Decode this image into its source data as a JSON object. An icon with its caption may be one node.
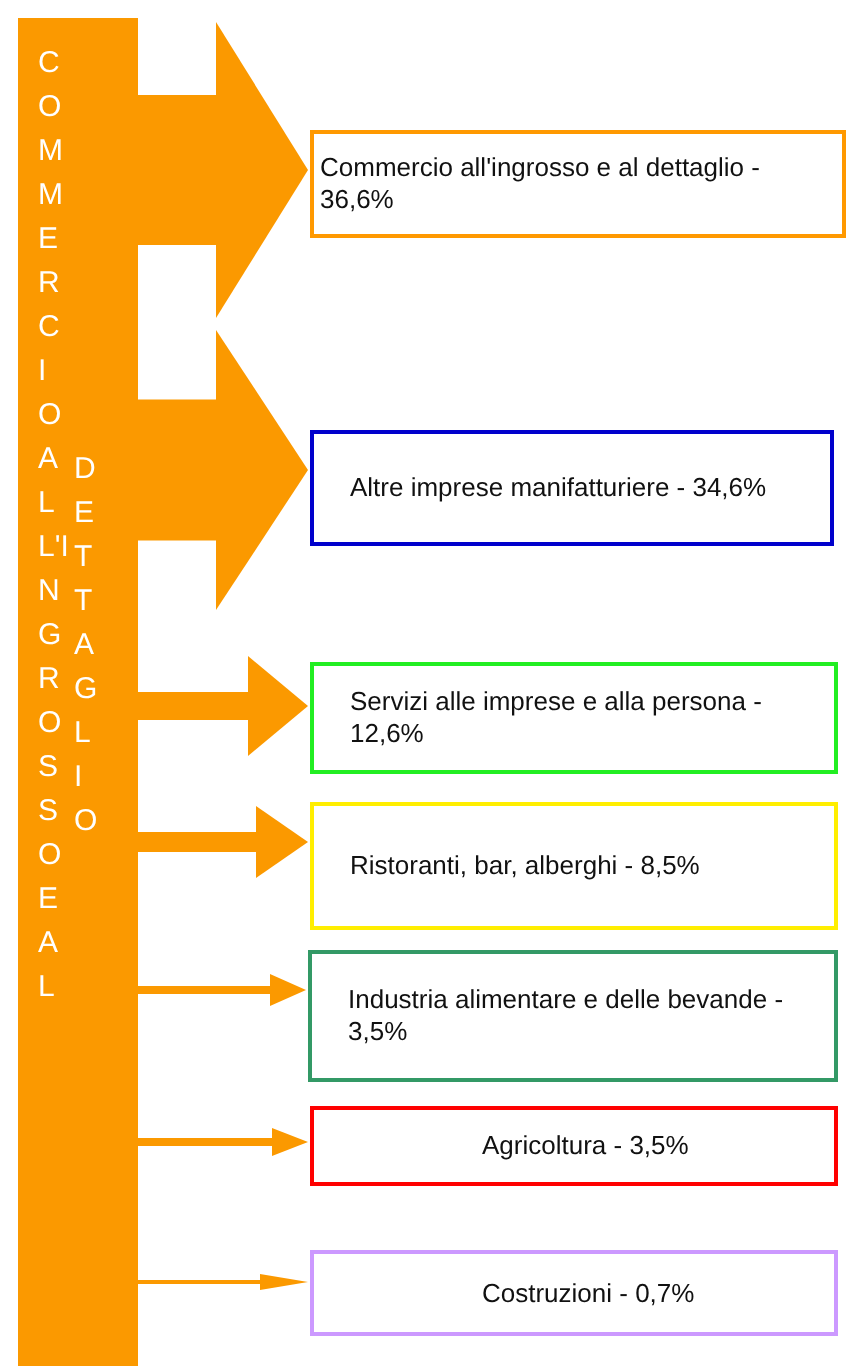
{
  "diagram": {
    "nodes": [
      {
        "text": [
          "COMMERCIO ALL'INGROSSO E AL",
          "DETTAGLIO"
        ]
      },
      {
        "text": [
          "Commercio all'ingrosso e al dettaglio - 36,6%"
        ]
      },
      {
        "text": [
          "Altre imprese manifatturiere - 34,6%"
        ]
      },
      {
        "text": [
          "Servizi alle imprese e alla persona - 12,6%"
        ]
      },
      {
        "text": [
          "Ristoranti, bar, alberghi - 8,5%"
        ]
      },
      {
        "text": [
          "Industria alimentare e delle bevande - 3,5%"
        ]
      },
      {
        "text": [
          "Agricoltura - 3,5%"
        ]
      },
      {
        "text": [
          "Costruzioni - 0,7%"
        ]
      }
    ],
    "edges": [
      {
        "from": 0,
        "to": 1,
        "arrow": "to",
        "style": "thick"
      },
      {
        "from": 0,
        "to": 2,
        "arrow": "to",
        "style": "thick"
      },
      {
        "from": 0,
        "to": 3,
        "arrow": "to"
      },
      {
        "from": 0,
        "to": 4,
        "arrow": "to"
      },
      {
        "from": 0,
        "to": 5,
        "arrow": "to"
      },
      {
        "from": 0,
        "to": 6,
        "arrow": "to"
      },
      {
        "from": 0,
        "to": 7,
        "arrow": "to"
      }
    ]
  }
}
